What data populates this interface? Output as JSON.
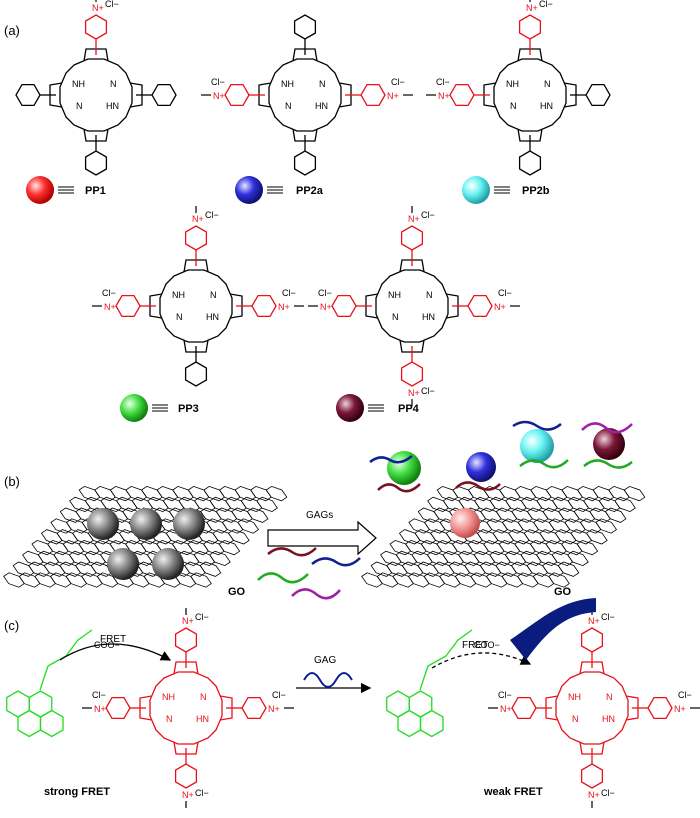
{
  "panels": {
    "a": "(a)",
    "b": "(b)",
    "c": "(c)"
  },
  "compounds": [
    "PP1",
    "PP2a",
    "PP2b",
    "PP3",
    "PP4"
  ],
  "atoms": {
    "nh": "NH",
    "hn": "HN",
    "n": "N",
    "n_plus": "N+",
    "cl": "Cl−",
    "coo": "COO−"
  },
  "panel_b": {
    "arrow_label": "GAGs",
    "go_left": "GO",
    "go_right": "GO"
  },
  "panel_c": {
    "fret_left": "FRET",
    "fret_right": "FRET",
    "arrow_label": "GAG",
    "caption_left": "strong FRET",
    "caption_right": "weak FRET"
  },
  "colors": {
    "pyridinium": "#e8101a",
    "pyrene": "#22dd22",
    "PP1": "#ff2a2a",
    "PP2a": "#2b2bd8",
    "PP2b": "#55f2f2",
    "PP3": "#44e044",
    "PP4": "#7a1838",
    "graphene": "#000000",
    "gag_chain": "#102090"
  }
}
